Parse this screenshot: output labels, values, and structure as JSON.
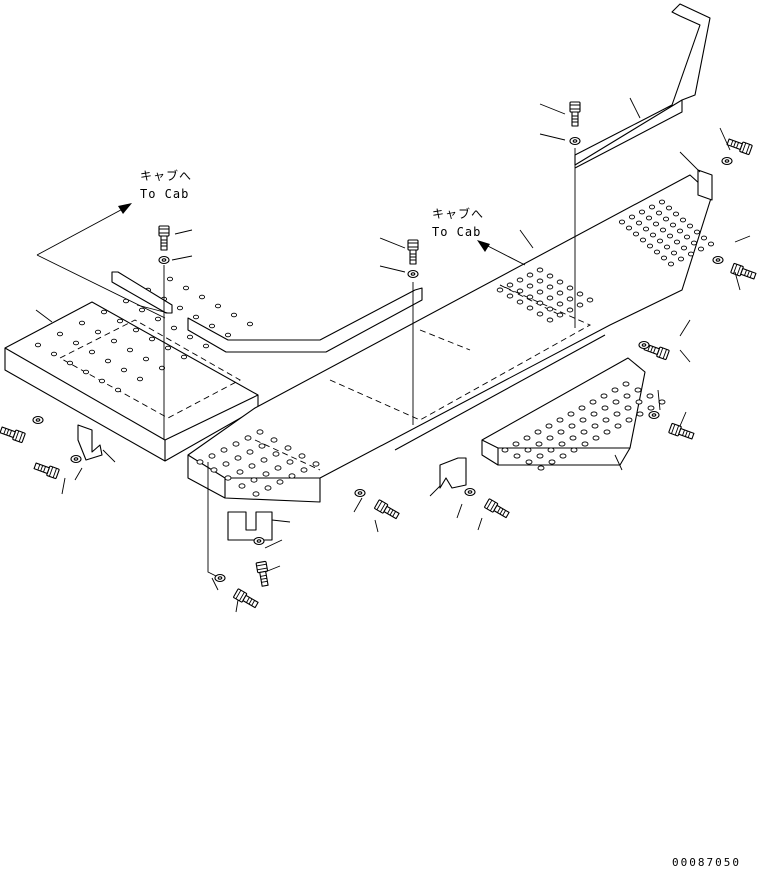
{
  "labels": {
    "to_cab_left": {
      "jp": "キャブへ",
      "en": "To Cab"
    },
    "to_cab_center": {
      "jp": "キャブへ",
      "en": "To Cab"
    }
  },
  "drawing_code": "00087050",
  "icons": [
    "bolt-icon",
    "washer-icon",
    "bracket-icon",
    "perforated-step-icon",
    "arrow-icon"
  ]
}
